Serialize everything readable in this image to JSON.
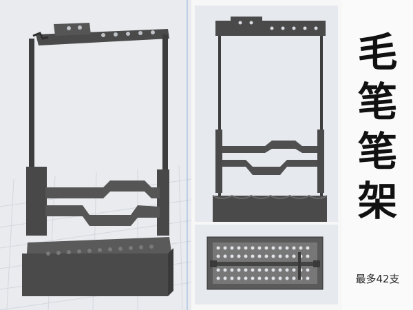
{
  "title": {
    "chars": [
      "毛",
      "笔",
      "笔",
      "架"
    ]
  },
  "caption": "最多42支",
  "colors": {
    "model": "#4a4a4a",
    "model_dark": "#2f2f2f",
    "model_light": "#6a6a6a",
    "viewport_bg": "#e6e9ee",
    "grid_line": "#cfd4db"
  },
  "views": {
    "perspective": "perspective-view",
    "front": "front-view",
    "top": "top-view"
  }
}
